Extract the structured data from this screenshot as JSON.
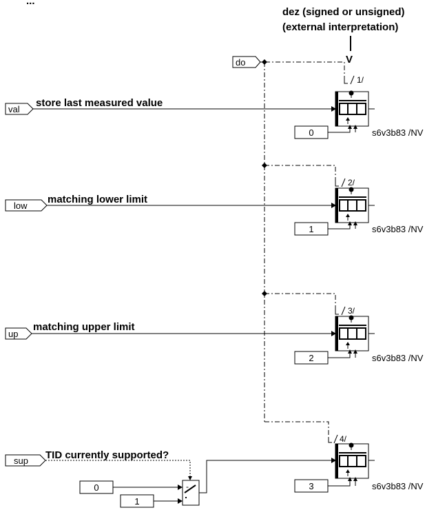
{
  "header": {
    "title_fragment": "...",
    "annotation_line1": "dez (signed or unsigned)",
    "annotation_line2": "(external interpretation)",
    "annotation_marker": "V"
  },
  "trigger": {
    "label": "do"
  },
  "rows": [
    {
      "input_label": "val",
      "description": "store last measured value",
      "trigger_index": "1/",
      "constant": "0",
      "output_label": "s6v3b83 /NV"
    },
    {
      "input_label": "low",
      "description": "matching lower limit",
      "trigger_index": "2/",
      "constant": "1",
      "output_label": "s6v3b83 /NV"
    },
    {
      "input_label": "up",
      "description": "matching upper limit",
      "trigger_index": "3/",
      "constant": "2",
      "output_label": "s6v3b83 /NV"
    },
    {
      "input_label": "sup",
      "description": "TID currently supported?",
      "trigger_index": "4/",
      "constant": "3",
      "output_label": "s6v3b83 /NV"
    }
  ],
  "switch": {
    "input_a": "0",
    "input_b": "1"
  }
}
